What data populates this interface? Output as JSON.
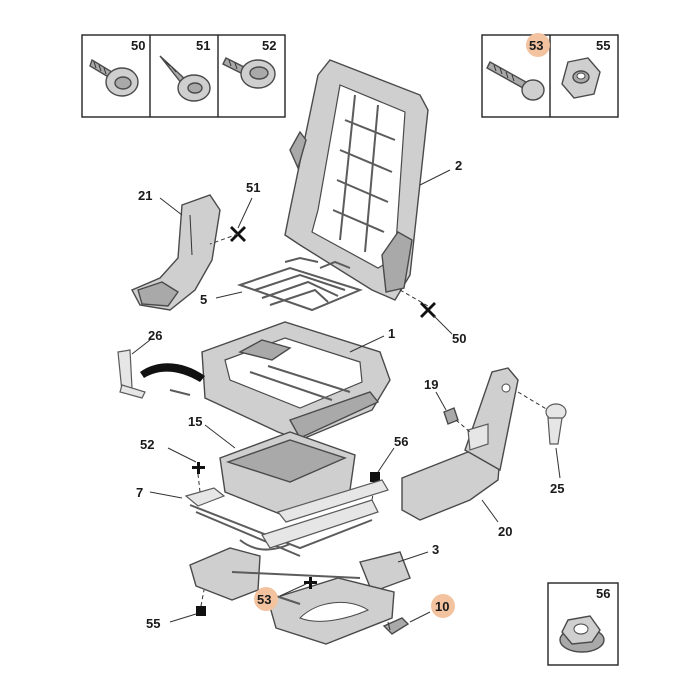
{
  "highlight_color": "#f3c3a0",
  "boxes_top_left": [
    {
      "number": "50",
      "icon": "screw-icon"
    },
    {
      "number": "51",
      "icon": "self-tapping-screw-icon"
    },
    {
      "number": "52",
      "icon": "flange-screw-icon"
    }
  ],
  "boxes_top_right": [
    {
      "number": "53",
      "icon": "bolt-icon",
      "highlighted": true
    },
    {
      "number": "55",
      "icon": "nut-icon"
    }
  ],
  "box_bottom_right": {
    "number": "56",
    "icon": "flange-nut-icon"
  },
  "labels": {
    "l2": "2",
    "l21": "21",
    "l51": "51",
    "l5": "5",
    "l50": "50",
    "l26": "26",
    "l1": "1",
    "l19": "19",
    "l15": "15",
    "l52": "52",
    "l56": "56",
    "l25": "25",
    "l7": "7",
    "l20": "20",
    "l3": "3",
    "l53": "53",
    "l55": "55",
    "l10": "10"
  }
}
